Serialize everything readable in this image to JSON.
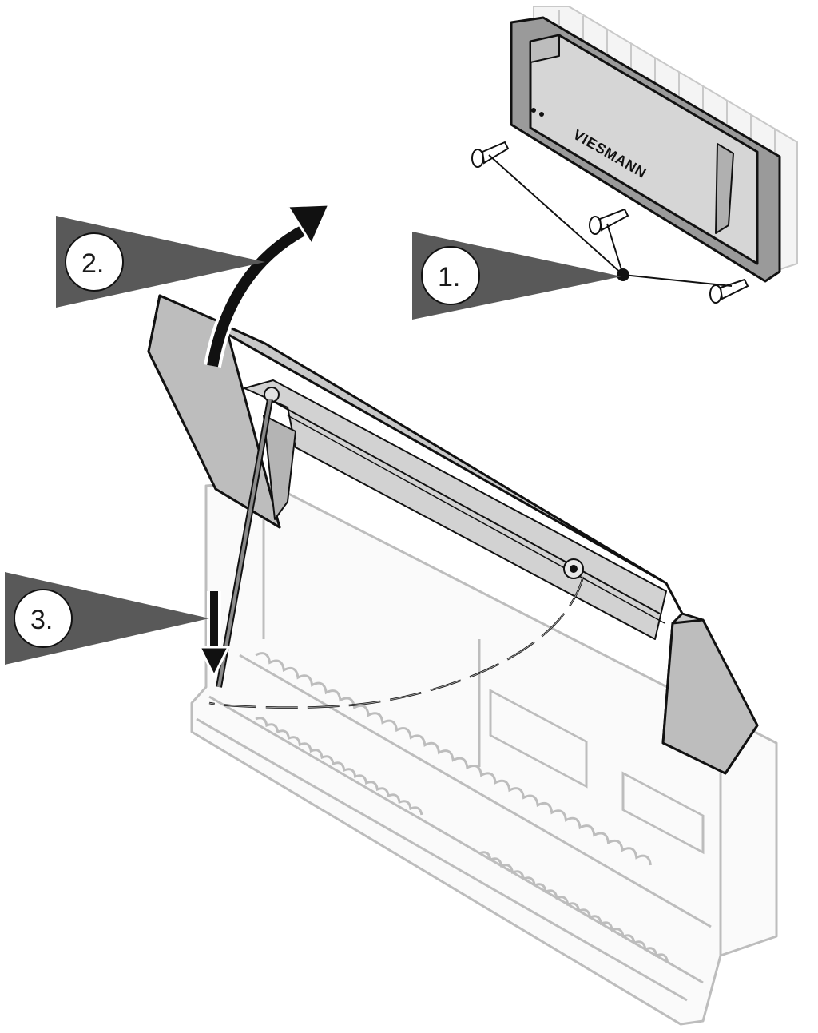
{
  "diagram": {
    "logo": "VIESMANN",
    "steps": [
      {
        "label": "1."
      },
      {
        "label": "2."
      },
      {
        "label": "3."
      }
    ]
  },
  "colors": {
    "callout_fill": "#595959",
    "cover_fill": "#c8c8c8",
    "housing_stroke": "#bdbdbd",
    "outline": "#111111",
    "badge_fill": "#ffffff"
  }
}
